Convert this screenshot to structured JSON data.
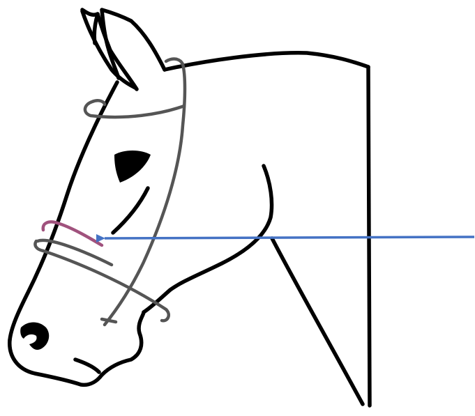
{
  "diagram": {
    "labels": [],
    "colors": {
      "outline": "#000000",
      "bridle": "#555555",
      "highlighted_strap": "#a0527d",
      "pointer_arrow": "#4472c4",
      "background": "#ffffff"
    },
    "parts": {
      "horse_head": "horse-head-outline",
      "bridle": "bridle-straps",
      "highlighted_strap": "highlighted-noseband-strap",
      "pointer": "pointer-arrow"
    }
  }
}
